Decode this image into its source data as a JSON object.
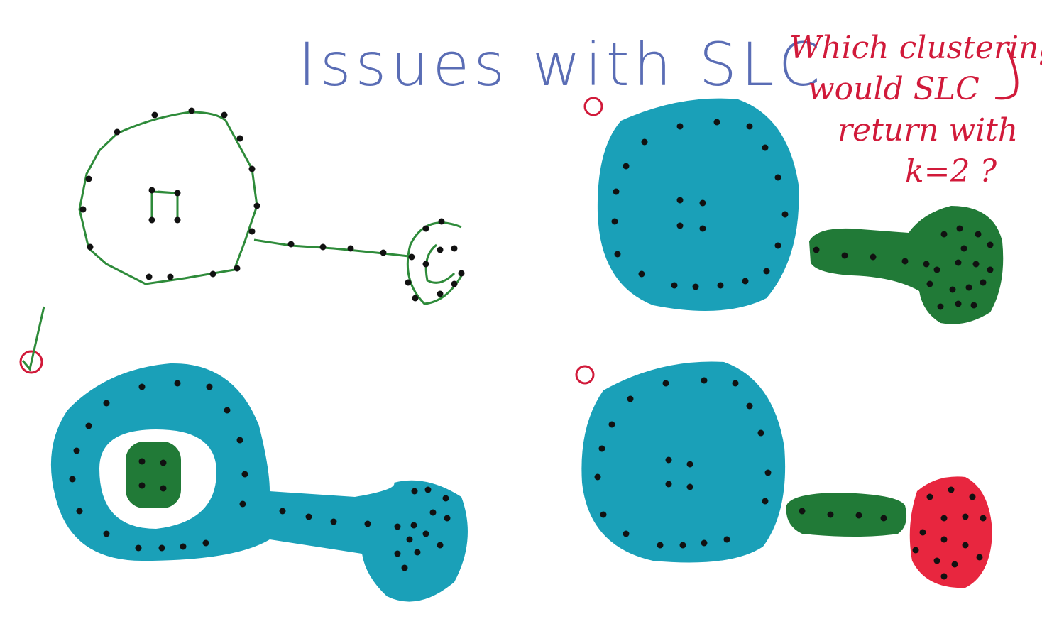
{
  "title": "Issues with SLC",
  "question": {
    "lines": [
      "Which clustering",
      "would SLC",
      "return with",
      "k=2 ?"
    ]
  },
  "colors": {
    "title_ink": "#5a6db5",
    "question_ink": "#d11a3a",
    "sketch_ink": "#2e8b3a",
    "dot_ink": "#111111",
    "cluster_teal": "#1aa0b8",
    "cluster_green": "#217a37",
    "cluster_red": "#e8263f",
    "radio_ink": "#d11a3a",
    "check_ink": "#2e8b3a"
  },
  "options": [
    {
      "id": "option-lower-left",
      "selected": true,
      "clusters": [
        "teal",
        "green"
      ]
    },
    {
      "id": "option-upper-right",
      "selected": false,
      "clusters": [
        "teal",
        "green"
      ]
    },
    {
      "id": "option-lower-right",
      "selected": false,
      "clusters": [
        "teal",
        "green",
        "red"
      ]
    }
  ],
  "icons": {
    "radio": "radio-circle-icon",
    "check": "checkmark-icon"
  }
}
